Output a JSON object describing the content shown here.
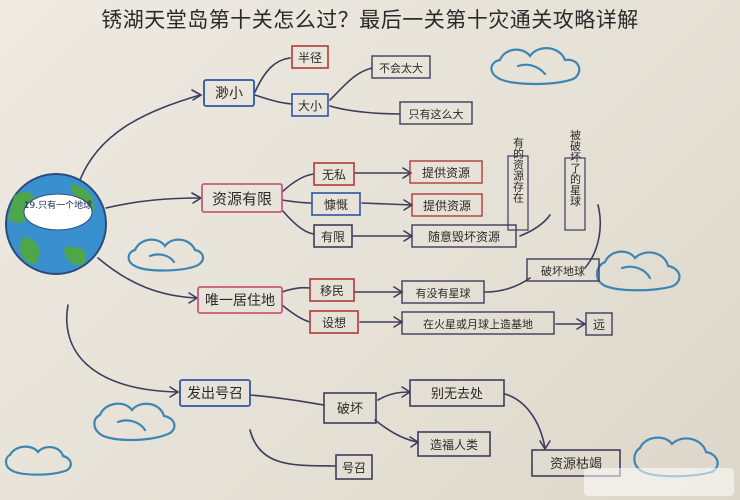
{
  "page": {
    "title": "锈湖天堂岛第十关怎么过？最后一关第十灾通关攻略详解"
  },
  "mindmap": {
    "center": "19.只有一个地球",
    "branches": [
      {
        "label": "渺小",
        "children": [
          {
            "label": "半径"
          },
          {
            "label": "大小",
            "children": [
              {
                "label": "不会太大"
              },
              {
                "label": "只有这么大"
              }
            ]
          }
        ]
      },
      {
        "label": "资源有限",
        "children": [
          {
            "label": "无私",
            "child": "提供资源"
          },
          {
            "label": "慷慨",
            "child": "提供资源"
          },
          {
            "label": "有限",
            "child": "随意毁坏资源"
          }
        ],
        "side_note_1": "有的资源存在",
        "side_note_2": "被破坏了的星球"
      },
      {
        "label": "唯一居住地",
        "children": [
          {
            "label": "移民",
            "child": "有没有星球",
            "next": "破坏地球"
          },
          {
            "label": "设想",
            "child": "在火星或月球上造基地",
            "next": "远"
          }
        ]
      },
      {
        "label": "发出号召",
        "children": [
          {
            "label": "破坏",
            "child": "别无去处",
            "next": "资源枯竭"
          },
          {
            "label": "号召",
            "child": "造福人类"
          }
        ]
      }
    ]
  },
  "colors": {
    "ink": "#3d3d5c",
    "blue_ink": "#2f55a4",
    "red_ink": "#b23a3a",
    "box_pink": "#c95a7a",
    "earth_blue": "#3a8fcf",
    "earth_green": "#4fa64a",
    "cloud": "#3d86b4"
  }
}
